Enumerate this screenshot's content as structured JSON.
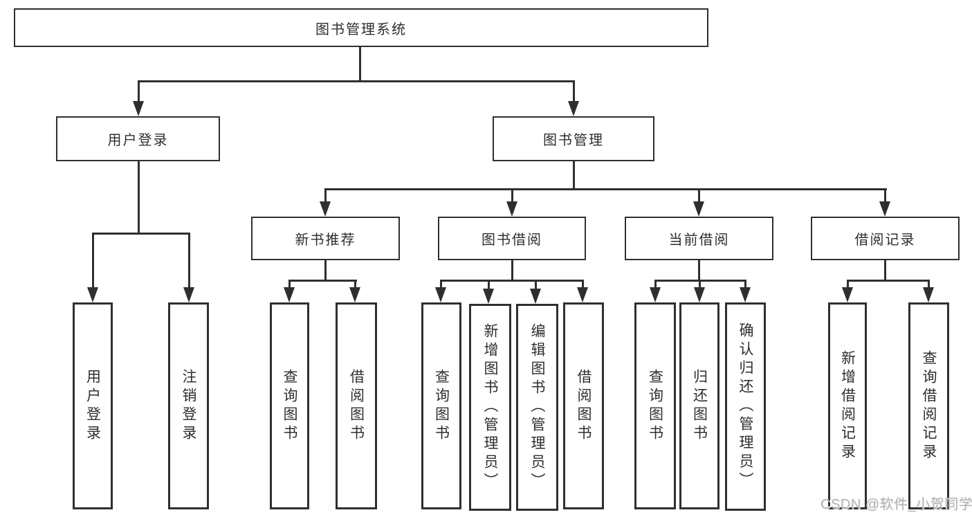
{
  "diagram_title": "图书管理系统",
  "nodes": {
    "root": "图书管理系统",
    "userLogin": "用户登录",
    "bookMgmt": "图书管理",
    "newBookRec": "新书推荐",
    "bookBorrow": "图书借阅",
    "currentBorrow": "当前借阅",
    "borrowRecord": "借阅记录",
    "vUserLogin": "用户登录",
    "vLogout": "注销登录",
    "vQueryBook1": "查询图书",
    "vBorrowBook1": "借阅图书",
    "vQueryBook2": "查询图书",
    "vAddBook": "新增图书（管理员）",
    "vEditBook": "编辑图书（管理员）",
    "vBorrowBook2": "借阅图书",
    "vQueryBook3": "查询图书",
    "vReturnBook": "归还图书",
    "vConfirmReturn": "确认归还（管理员）",
    "vAddBorrowRecord": "新增借阅记录",
    "vQueryBorrowRecord": "查询借阅记录"
  },
  "edges": [
    [
      "root",
      "userLogin"
    ],
    [
      "root",
      "bookMgmt"
    ],
    [
      "userLogin",
      "vUserLogin"
    ],
    [
      "userLogin",
      "vLogout"
    ],
    [
      "bookMgmt",
      "newBookRec"
    ],
    [
      "bookMgmt",
      "bookBorrow"
    ],
    [
      "bookMgmt",
      "currentBorrow"
    ],
    [
      "bookMgmt",
      "borrowRecord"
    ],
    [
      "newBookRec",
      "vQueryBook1"
    ],
    [
      "newBookRec",
      "vBorrowBook1"
    ],
    [
      "bookBorrow",
      "vQueryBook2"
    ],
    [
      "bookBorrow",
      "vAddBook"
    ],
    [
      "bookBorrow",
      "vEditBook"
    ],
    [
      "bookBorrow",
      "vBorrowBook2"
    ],
    [
      "currentBorrow",
      "vQueryBook3"
    ],
    [
      "currentBorrow",
      "vReturnBook"
    ],
    [
      "currentBorrow",
      "vConfirmReturn"
    ],
    [
      "borrowRecord",
      "vAddBorrowRecord"
    ],
    [
      "borrowRecord",
      "vQueryBorrowRecord"
    ]
  ],
  "watermark": "CSDN @软件_小贺同学",
  "colors": {
    "line": "#2f2f2f",
    "background": "#ffffff",
    "watermark": "#b3b3b3"
  }
}
